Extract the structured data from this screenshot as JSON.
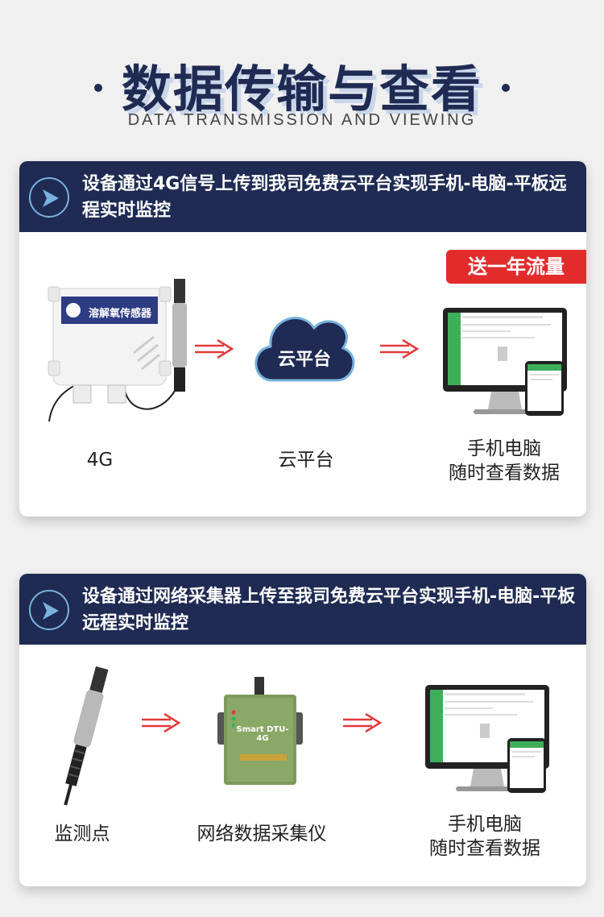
{
  "header": {
    "title": "数据传输与查看",
    "subtitle": "DATA TRANSMISSION AND VIEWING"
  },
  "section1": {
    "description": "设备通过4G信号上传到我司免费云平台实现手机-电脑-平板远程实时监控",
    "promo_badge": "送一年流量",
    "sensor_label": "溶解氧传感器",
    "cloud_text": "云平台",
    "labels": {
      "device": "4G",
      "cloud": "云平台",
      "view_line1": "手机电脑",
      "view_line2": "随时查看数据"
    }
  },
  "section2": {
    "description": "设备通过网络采集器上传至我司免费云平台实现手机-电脑-平板远程实时监控",
    "dtu_model": "Smart DTU-4G",
    "labels": {
      "probe": "监测点",
      "collector": "网络数据采集仪",
      "view_line1": "手机电脑",
      "view_line2": "随时查看数据"
    }
  },
  "colors": {
    "navy": "#1f2b53",
    "accent_blue": "#7ab2de",
    "promo_red": "#e22c2c",
    "arrow_red": "#e23a3a",
    "screen_green": "#3fae5a"
  }
}
